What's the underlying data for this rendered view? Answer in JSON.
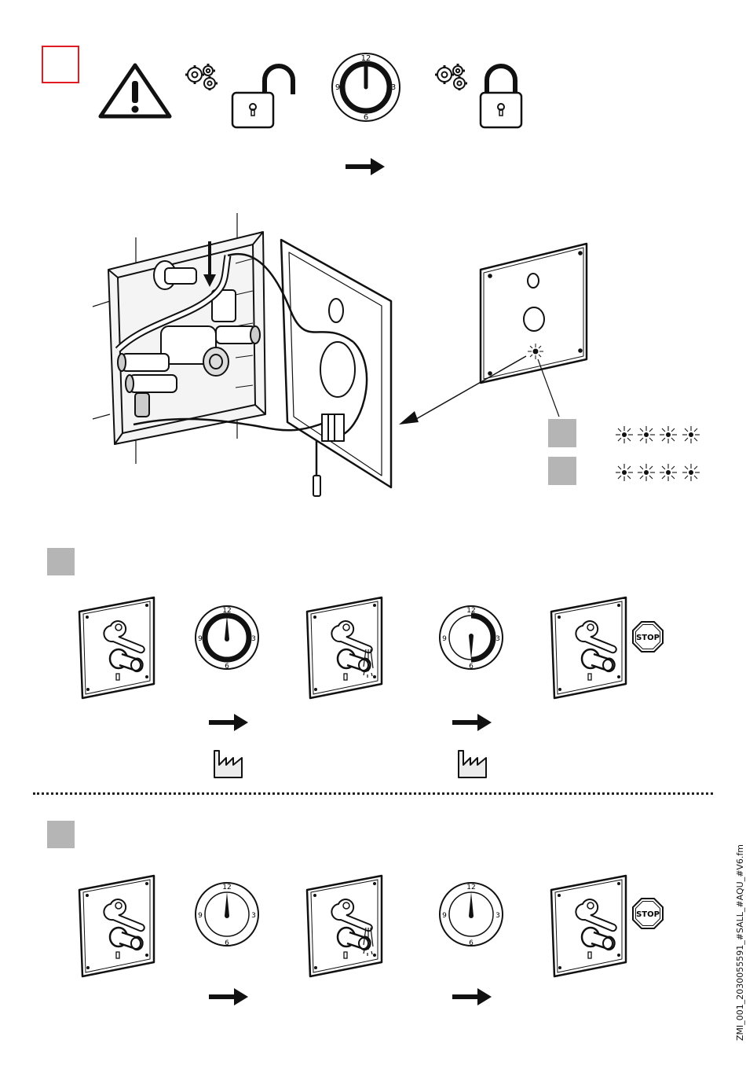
{
  "top": {
    "dial": {
      "labels": [
        "12",
        "3",
        "6",
        "9"
      ]
    }
  },
  "flash_rows": [
    {
      "count": 4
    },
    {
      "count": 4
    }
  ],
  "section_a": {
    "dial1": {
      "labels": [
        "12",
        "3",
        "6",
        "9"
      ]
    },
    "dial2": {
      "labels": [
        "12",
        "3",
        "6",
        "9"
      ]
    },
    "stop_label": "STOP"
  },
  "section_b": {
    "dial1": {
      "labels": [
        "12",
        "3",
        "6",
        "9"
      ]
    },
    "dial2": {
      "labels": [
        "12",
        "3",
        "6",
        "9"
      ]
    },
    "stop_label": "STOP"
  },
  "doc_code": "ZMI_001_2030055591_#SALL_#AQU_#V6.fm",
  "colors": {
    "ink": "#111111",
    "marker_red": "#e01b24",
    "grey_box": "#b5b5b5",
    "factory_fill": "#ececec"
  }
}
